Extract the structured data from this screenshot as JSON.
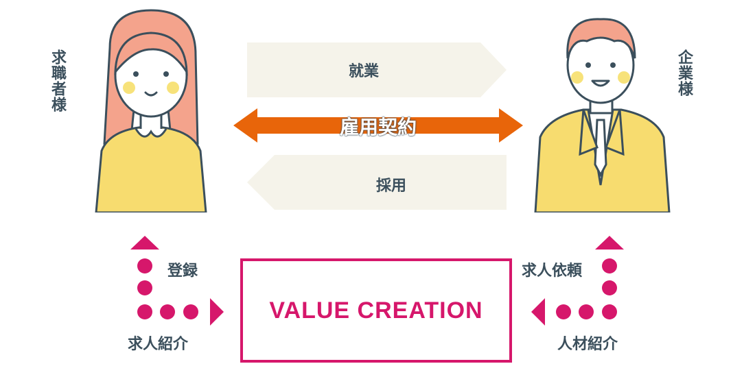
{
  "left_person": {
    "label": "求職者様"
  },
  "right_person": {
    "label": "企業様"
  },
  "arrows": {
    "top": "就業",
    "middle": "雇用契約",
    "bottom": "採用"
  },
  "center_box": {
    "title": "VALUE CREATION"
  },
  "left_flow": {
    "up_label": "登録",
    "right_label": "求人紹介"
  },
  "right_flow": {
    "up_label": "求人依頼",
    "left_label": "人材紹介"
  },
  "colors": {
    "magenta": "#d6176b",
    "orange": "#e8650a",
    "beige": "#f5f3ea",
    "text": "#3b4f5c",
    "hair_pink": "#f4a38c",
    "shirt_yellow": "#f7dc6f"
  }
}
